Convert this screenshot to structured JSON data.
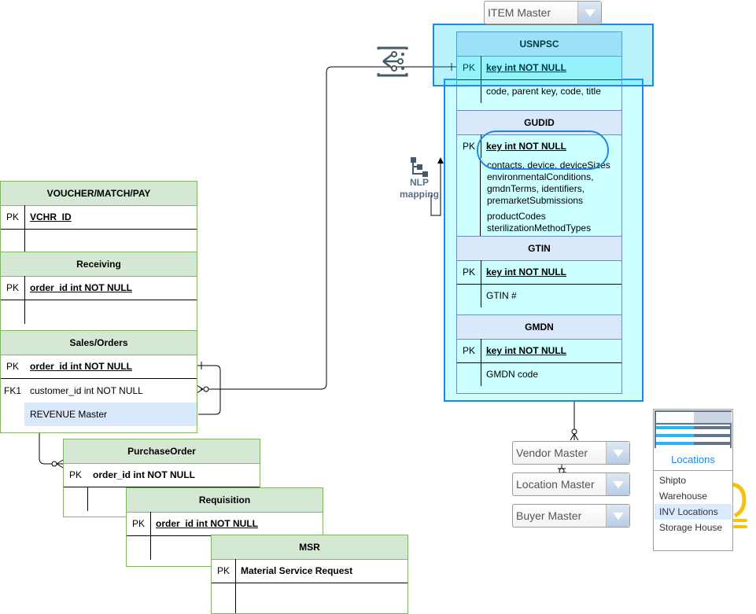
{
  "combos": {
    "item_master": "ITEM Master",
    "vendor_master": "Vendor Master",
    "location_master": "Location Master",
    "buyer_master": "Buyer Master"
  },
  "tables": {
    "usnpsc": {
      "title": "USNPSC",
      "pk_key": "PK",
      "pk_field": "key int NOT NULL",
      "detail": "code, parent key, code, title"
    },
    "gudid": {
      "title": "GUDID",
      "pk_key": "PK",
      "pk_field": "key int NOT NULL",
      "detail_lines": [
        "contacts, device, deviceSizes",
        "environmentalConditions,",
        "gmdnTerms, identifiers,",
        "premarketSubmissions",
        "productCodes",
        "sterilizationMethodTypes"
      ]
    },
    "gtin": {
      "title": "GTIN",
      "pk_key": "PK",
      "pk_field": "key int NOT NULL",
      "detail": "GTIN #"
    },
    "gmdn": {
      "title": "GMDN",
      "pk_key": "PK",
      "pk_field": "key int NOT NULL",
      "detail": "GMDN code"
    },
    "voucher": {
      "title": "VOUCHER/MATCH/PAY",
      "pk_key": "PK",
      "pk_field": "VCHR_ID"
    },
    "receiving": {
      "title": "Receiving",
      "pk_key": "PK",
      "pk_field": "order_id int NOT NULL"
    },
    "sales": {
      "title": "Sales/Orders",
      "pk_key": "PK",
      "pk_field": "order_id int NOT NULL",
      "fk_key": "FK1",
      "fk_field": "customer_id int NOT NULL",
      "extra": "REVENUE Master"
    },
    "purchase": {
      "title": "PurchaseOrder",
      "pk_key": "PK",
      "pk_field": "order_id int NOT NULL"
    },
    "requisition": {
      "title": "Requisition",
      "pk_key": "PK",
      "pk_field": "order_id int NOT NULL"
    },
    "msr": {
      "title": "MSR",
      "pk_key": "PK",
      "pk_field": "Material Service Request"
    }
  },
  "nlp": {
    "line1": "NLP",
    "line2": "mapping"
  },
  "locations": {
    "title": "Locations",
    "items": [
      "Shipto",
      "Warehouse",
      "INV Locations",
      "Storage House"
    ],
    "selected_index": 2
  },
  "colors": {
    "green_header": "#d5e8d4",
    "green_border": "#82b366",
    "blue_header": "#dae8fc",
    "blue_border": "#6c8ebf",
    "cyan_fill": "#ccffff",
    "highlight": "#dae8fc",
    "accent_blue": "#1e88e5"
  }
}
